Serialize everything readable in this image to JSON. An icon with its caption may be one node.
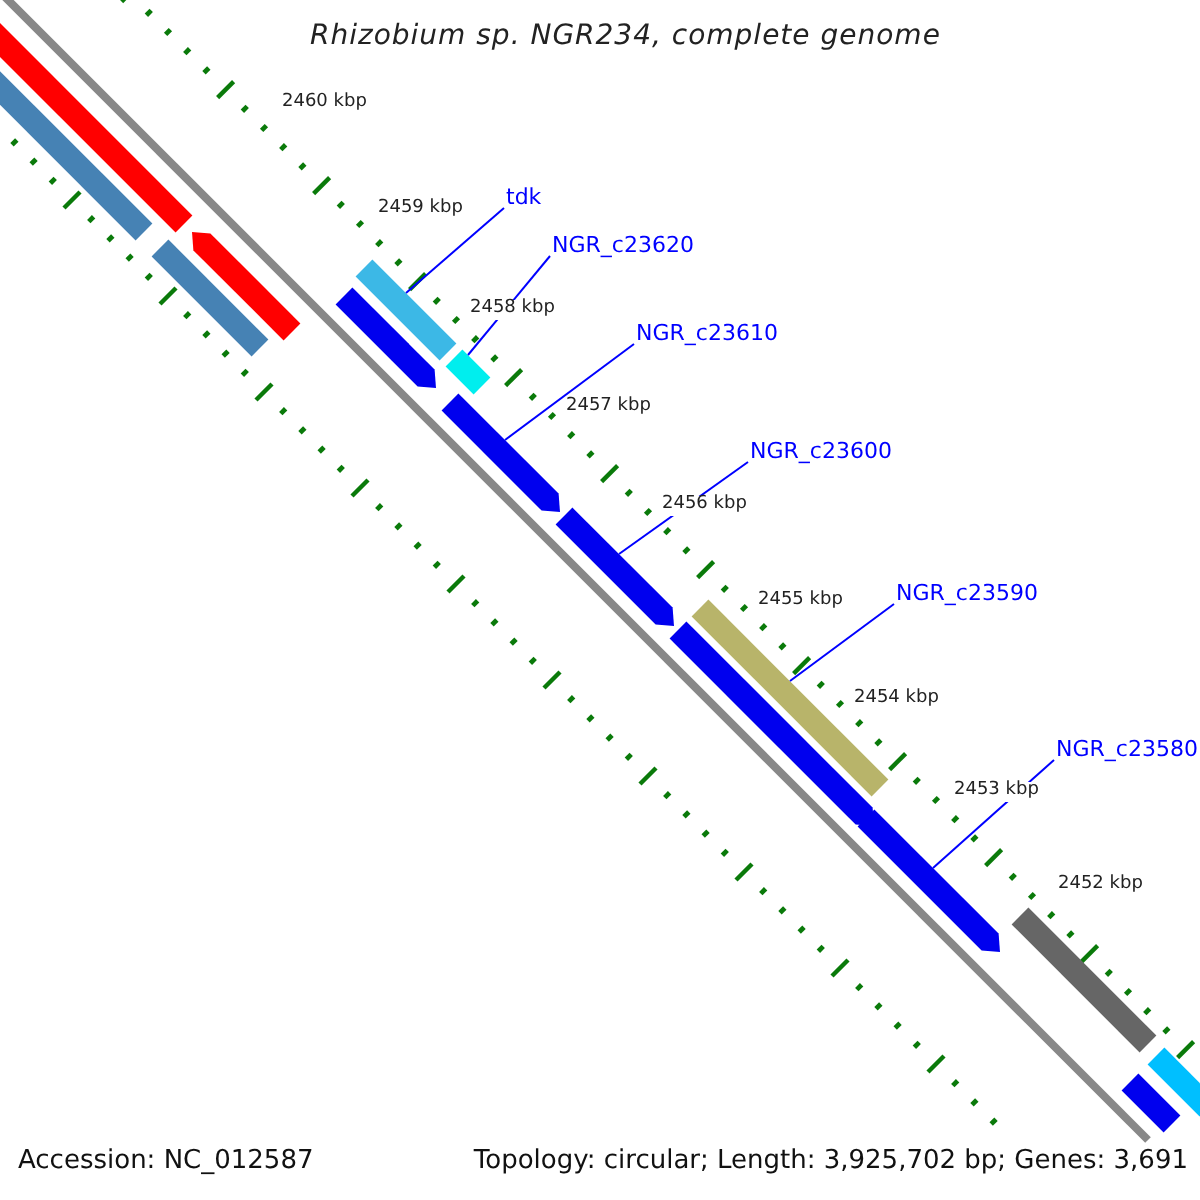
{
  "diagram": {
    "title": "Rhizobium sp. NGR234, complete genome",
    "nodes": [
      {
        "text": [
          "tdk"
        ]
      },
      {
        "text": [
          "NGR_c23620"
        ]
      },
      {
        "text": [
          "NGR_c23610"
        ]
      },
      {
        "text": [
          "NGR_c23600"
        ]
      },
      {
        "text": [
          "NGR_c23590"
        ]
      },
      {
        "text": [
          "NGR_c23580"
        ]
      },
      {
        "text": [],
        "shape": "bar"
      },
      {
        "text": [],
        "shape": "bar"
      },
      {
        "text": [],
        "shape": "bar"
      },
      {
        "text": [],
        "shape": "bar"
      },
      {
        "text": [],
        "shape": "bar"
      },
      {
        "text": [],
        "shape": "bar"
      },
      {
        "text": [],
        "shape": "bar"
      },
      {
        "text": [],
        "shape": "bar"
      },
      {
        "text": [],
        "shape": "bar"
      },
      {
        "text": [],
        "shape": "bar"
      },
      {
        "text": [],
        "shape": "bar"
      },
      {
        "text": [],
        "shape": "bar"
      },
      {
        "text": [],
        "shape": "bar"
      },
      {
        "text": [],
        "shape": "bar"
      },
      {
        "text": [],
        "shape": "bar"
      },
      {
        "text": [],
        "shape": "bar"
      }
    ],
    "edges": [
      {
        "from": 0,
        "to": 6,
        "arrow": "none"
      },
      {
        "from": 1,
        "to": 7,
        "arrow": "none"
      },
      {
        "from": 2,
        "to": 8,
        "arrow": "none"
      },
      {
        "from": 3,
        "to": 9,
        "arrow": "none"
      },
      {
        "from": 4,
        "to": 10,
        "arrow": "none"
      },
      {
        "from": 5,
        "to": 11,
        "arrow": "none"
      }
    ],
    "labels": [
      "2460 kbp",
      "2459 kbp",
      "2458 kbp",
      "2457 kbp",
      "2456 kbp",
      "2455 kbp",
      "2454 kbp",
      "2453 kbp",
      "2452 kbp",
      "Accession: NC_012587",
      "Topology: circular; Length: 3,925,702 bp; Genes: 3,691"
    ]
  }
}
